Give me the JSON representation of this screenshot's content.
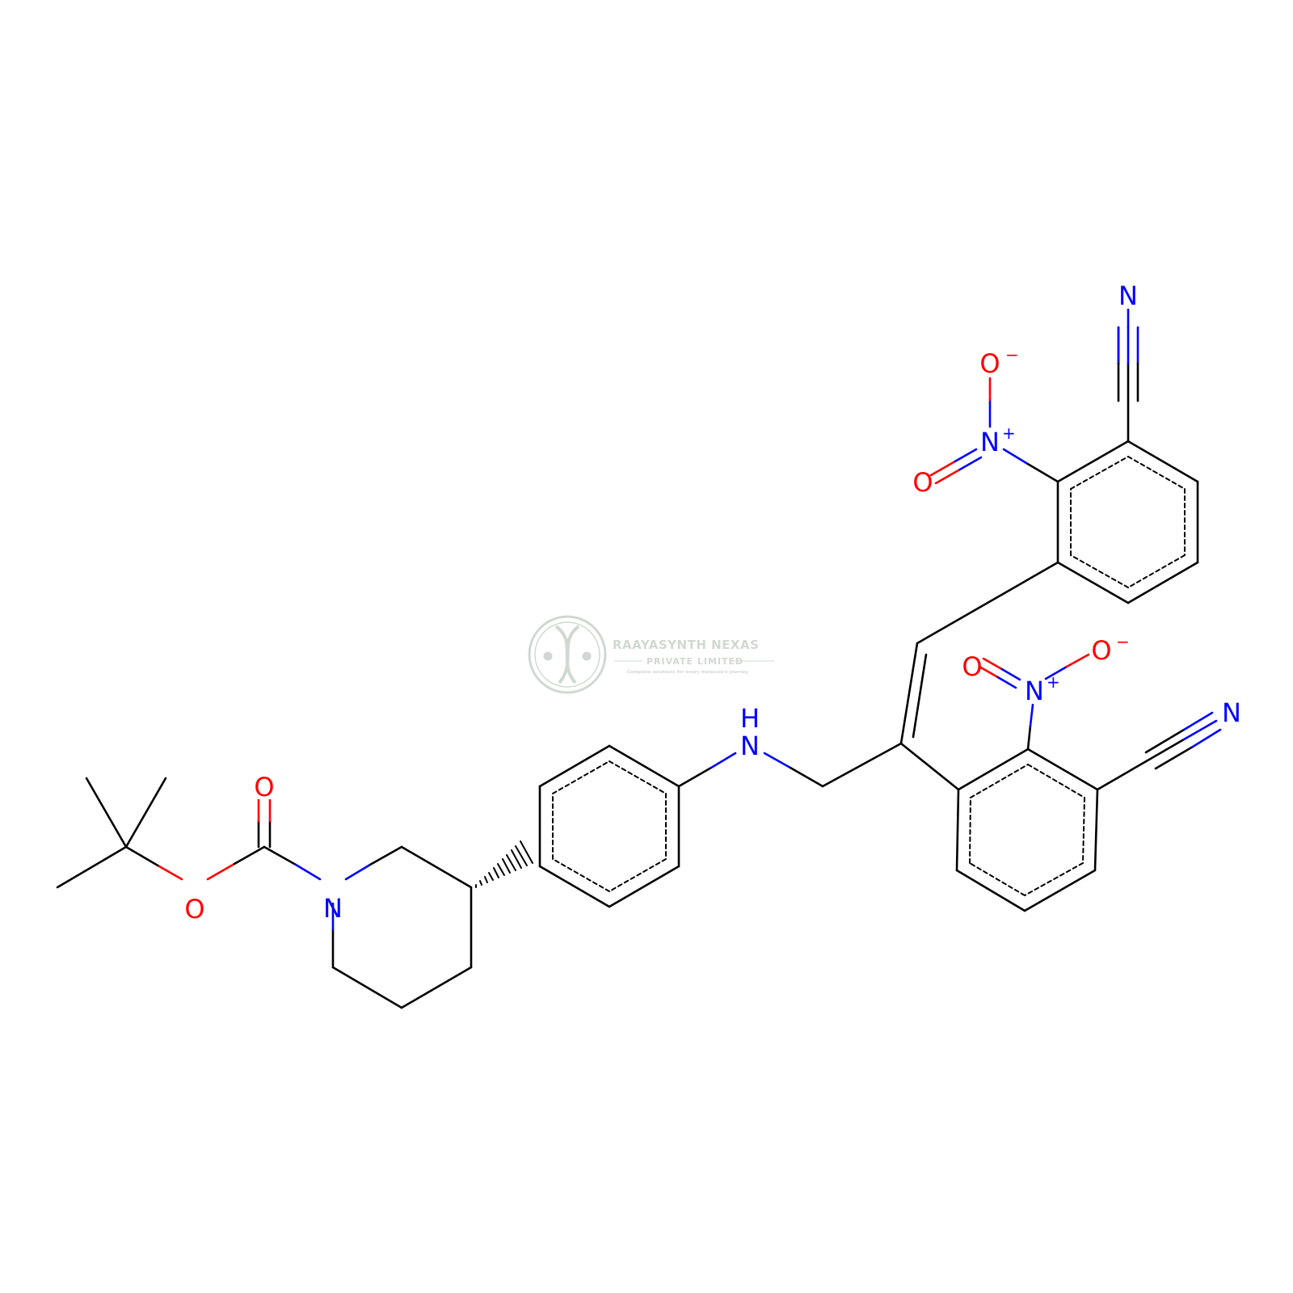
{
  "watermark": {
    "company": "RAAYASYNTH NEXAS",
    "subtitle": "PRIVATE LIMITED",
    "tagline": "Complete solutions for every molecule's journey"
  },
  "colors": {
    "bond": "#000000",
    "nitrogen": "#0000FF",
    "oxygen": "#FF0000",
    "watermark": "#c9d2cc"
  },
  "atoms": {
    "o_carbonyl": "O",
    "o_ester": "O",
    "n_piperidine": "N",
    "n_amine": "N",
    "h_amine": "H",
    "n_nitro_upper": "N",
    "n_nitro_upper_charge": "+",
    "o_nitro_upper_top": "O",
    "o_nitro_upper_top_charge": "−",
    "o_nitro_upper_left": "O",
    "n_nitrile_upper": "N",
    "n_nitro_lower": "N",
    "n_nitro_lower_charge": "+",
    "o_nitro_lower_left": "O",
    "o_nitro_lower_right": "O",
    "o_nitro_lower_right_charge": "−",
    "n_nitrile_lower": "N"
  }
}
